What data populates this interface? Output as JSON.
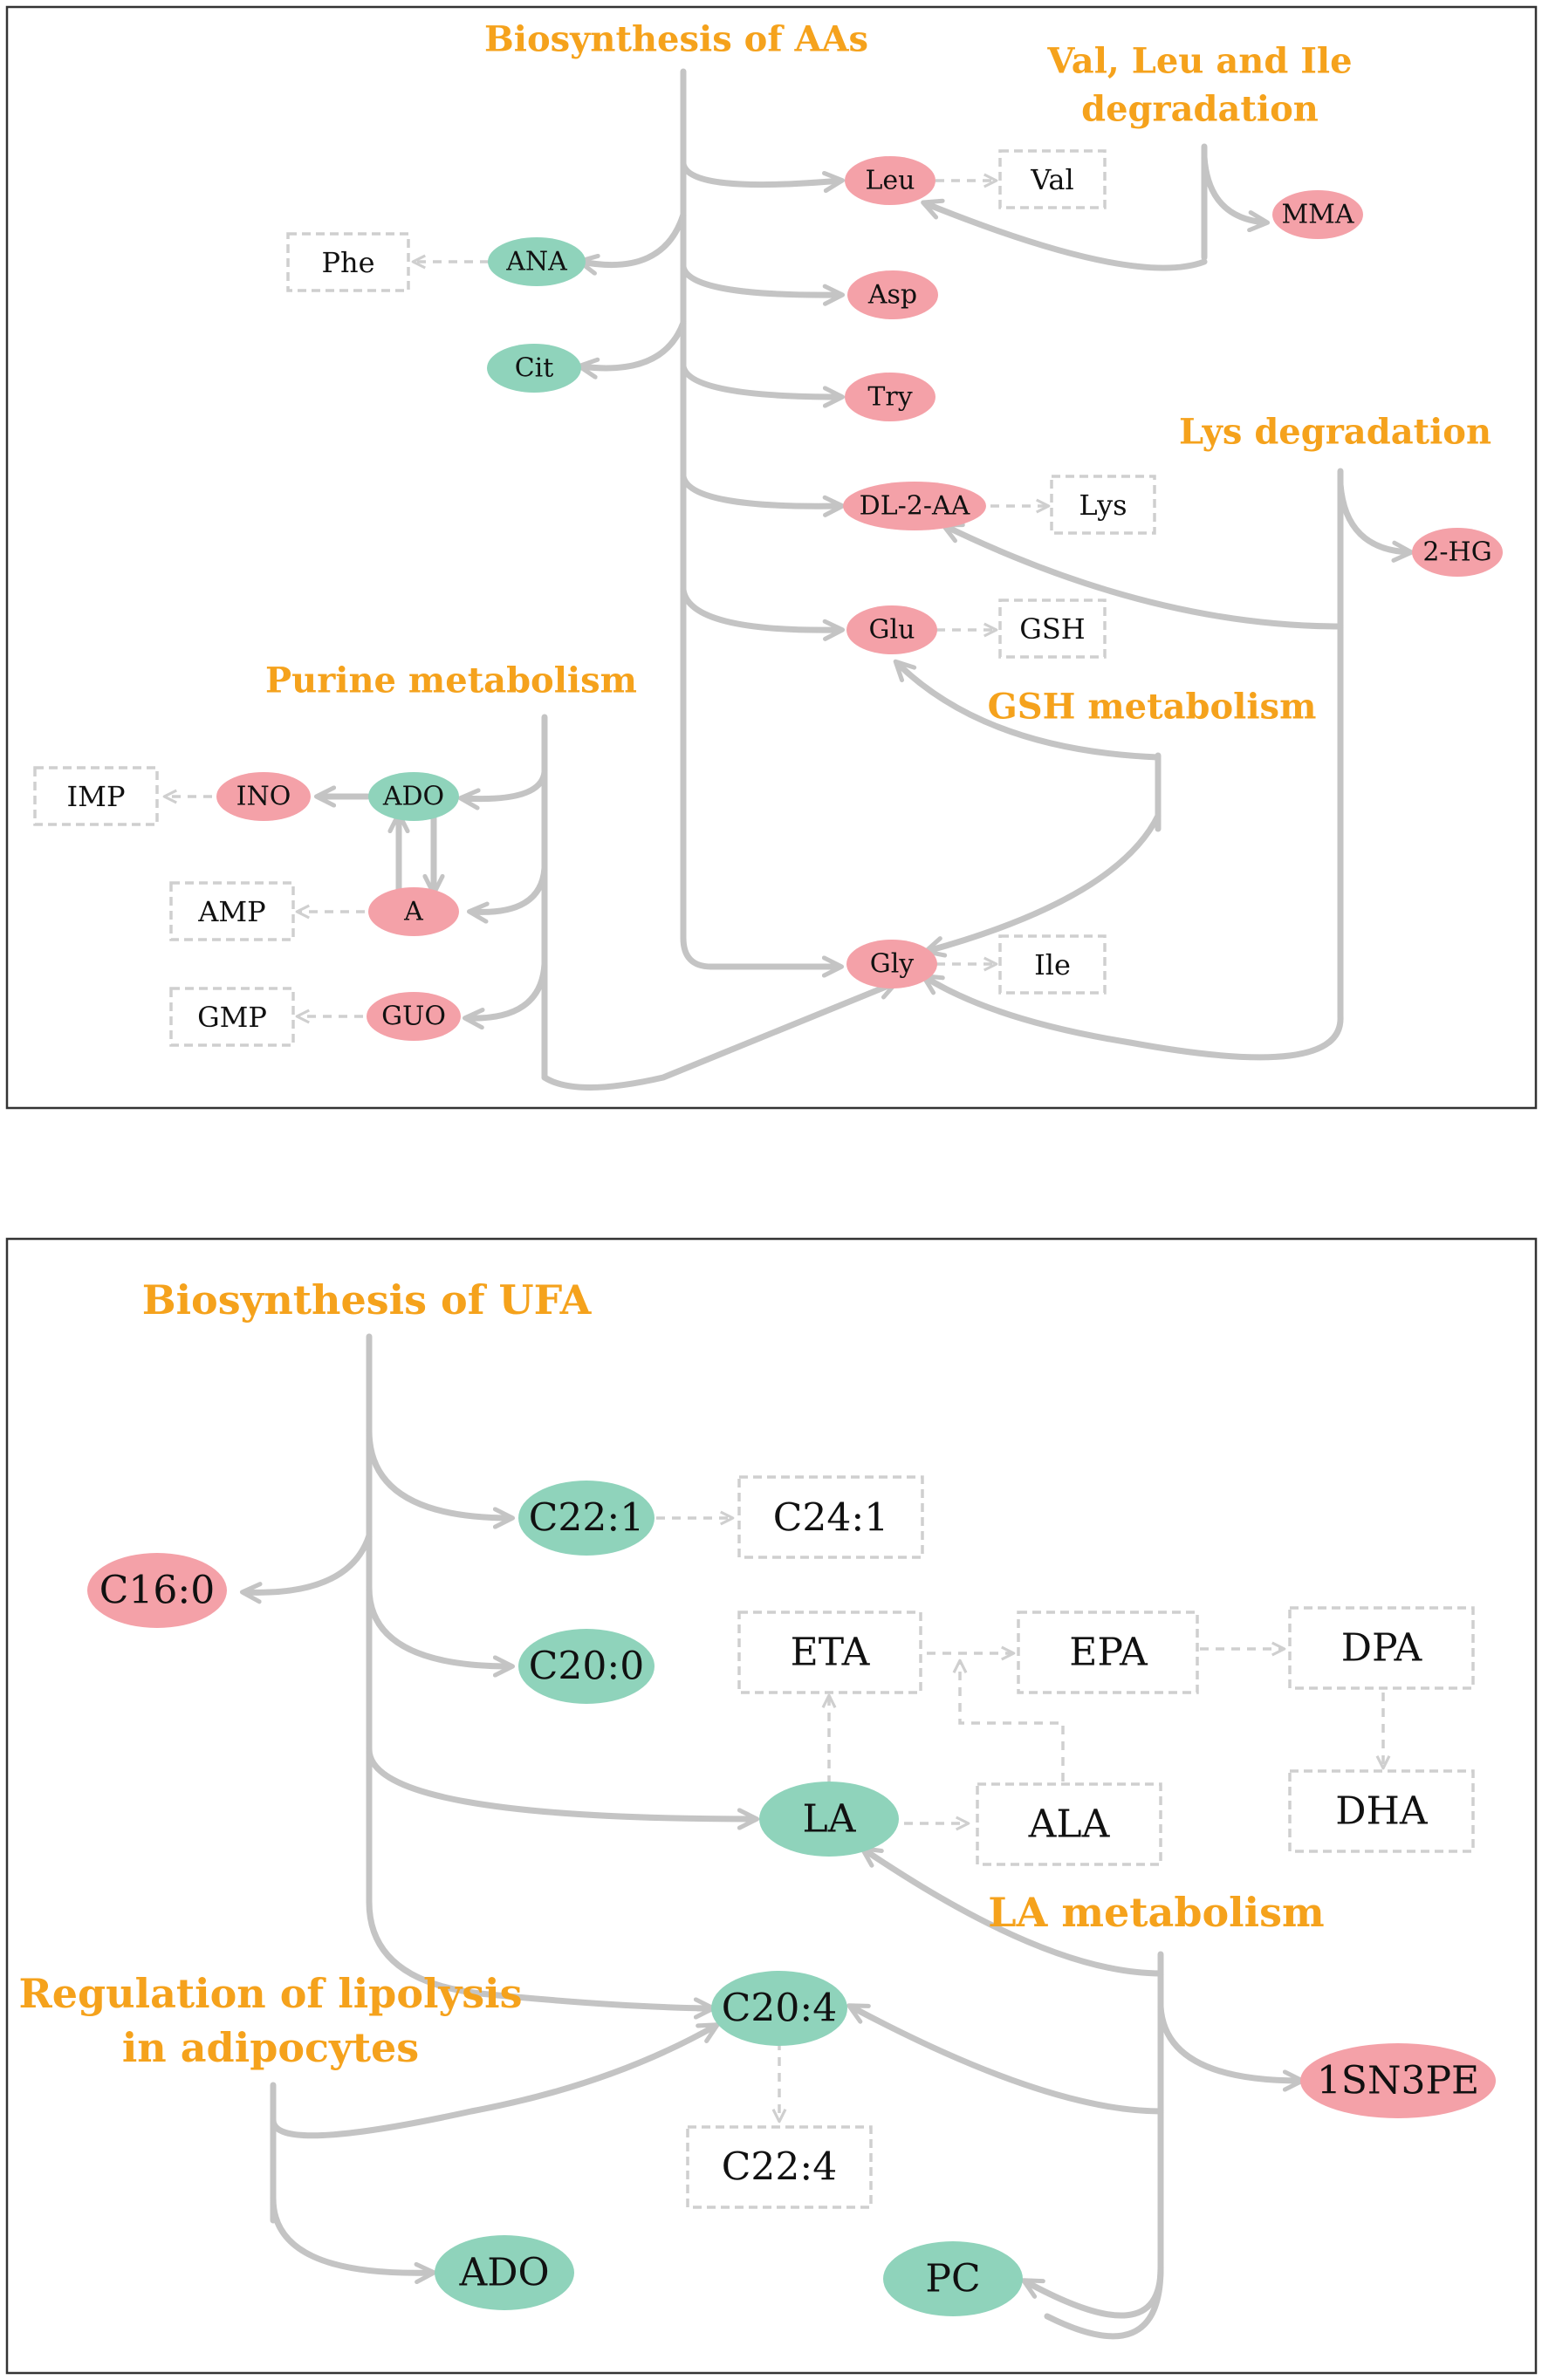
{
  "colors": {
    "increased": "#f4a1a8",
    "decreased": "#8fd3bb",
    "pathway_label": "#f5a21c",
    "connector": "#c4c4c4",
    "dashed": "#cfcfcf",
    "frame": "#333333"
  },
  "panel_a": {
    "pathways": {
      "aa_biosynthesis": "Biosynthesis of AAs",
      "bcaa_degradation_line1": "Val, Leu and Ile",
      "bcaa_degradation_line2": "degradation",
      "lys_degradation": "Lys degradation",
      "purine_metabolism": "Purine metabolism",
      "gsh_metabolism": "GSH metabolism"
    },
    "metabolites": {
      "leu": "Leu",
      "asp": "Asp",
      "try": "Try",
      "dl2aa": "DL-2-AA",
      "glu": "Glu",
      "gly": "Gly",
      "ana": "ANA",
      "cit": "Cit",
      "mma": "MMA",
      "hg2": "2-HG",
      "ino": "INO",
      "ado": "ADO",
      "a": "A",
      "guo": "GUO"
    },
    "unchanged": {
      "val": "Val",
      "phe": "Phe",
      "lys": "Lys",
      "gsh": "GSH",
      "ile": "Ile",
      "imp": "IMP",
      "amp": "AMP",
      "gmp": "GMP"
    }
  },
  "panel_b": {
    "pathways": {
      "ufa_biosynthesis": "Biosynthesis of UFA",
      "lipolysis_line1": "Regulation of lipolysis",
      "lipolysis_line2": "in adipocytes",
      "la_metabolism": "LA metabolism"
    },
    "metabolites": {
      "c22_1": "C22:1",
      "c16_0": "C16:0",
      "c20_0": "C20:0",
      "la": "LA",
      "c20_4": "C20:4",
      "ado": "ADO",
      "pc": "PC",
      "sn3pe": "1SN3PE"
    },
    "unchanged": {
      "c24_1": "C24:1",
      "eta": "ETA",
      "epa": "EPA",
      "dpa": "DPA",
      "dha": "DHA",
      "ala": "ALA",
      "c22_4": "C22:4"
    }
  }
}
